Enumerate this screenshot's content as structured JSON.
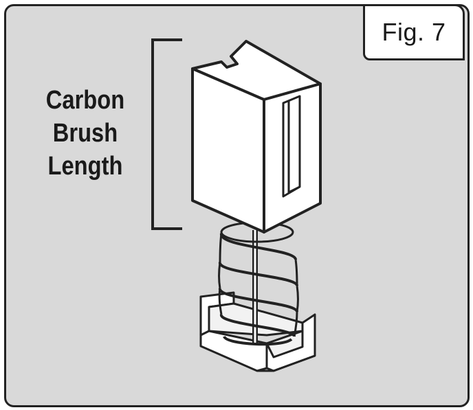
{
  "figure": {
    "label": "Fig. 7"
  },
  "callout": {
    "lines": [
      "Carbon",
      "Brush",
      "Length"
    ]
  },
  "colors": {
    "background": "#d9d9d9",
    "outline": "#222222",
    "part_fill": "#ffffff"
  }
}
